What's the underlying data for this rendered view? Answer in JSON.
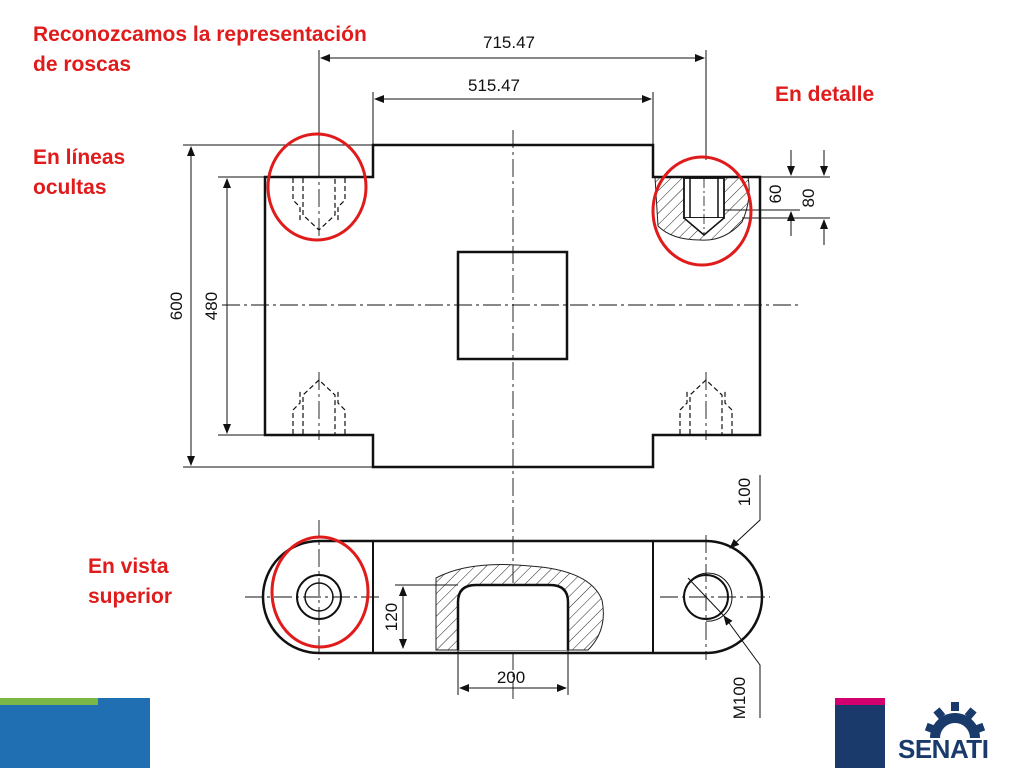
{
  "labels": {
    "title": "Reconozcamos la representación\nde roscas",
    "hidden": "En líneas\nocultas",
    "detail": "En detalle",
    "top_view": "En vista\nsuperior"
  },
  "dimensions": {
    "overall_width": "715.47",
    "inner_width": "515.47",
    "height_outer": "600",
    "height_inner": "480",
    "thread_depth": "60",
    "hole_depth": "80",
    "slot_height": "120",
    "slot_width": "200",
    "radius": "100",
    "thread_size": "M100"
  },
  "logo": {
    "text": "SENATI"
  },
  "colors": {
    "accent_red": "#e01b1b",
    "green": "#7ab648",
    "blue": "#1f6fb2",
    "navy": "#1a3a6b",
    "magenta": "#d2006f"
  }
}
